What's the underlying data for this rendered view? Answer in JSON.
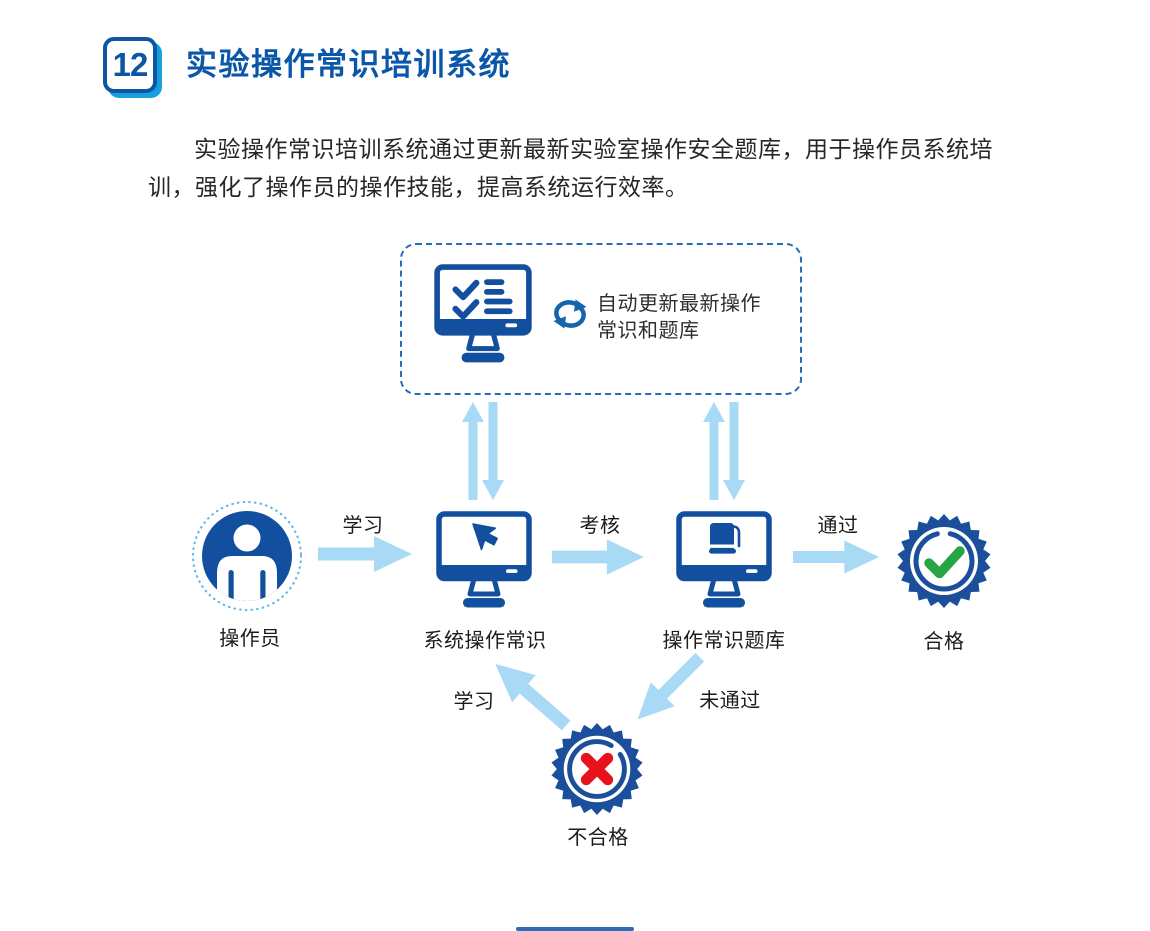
{
  "header": {
    "number": "12",
    "title": "实验操作常识培训系统"
  },
  "intro": {
    "text": "实验操作常识培训系统通过更新最新实验室操作安全题库，用于操作员系统培训，强化了操作员的操作技能，提高系统运行效率。"
  },
  "diagram": {
    "update_box": {
      "line1": "自动更新最新操作",
      "line2": "常识和题库"
    },
    "nodes": {
      "operator": {
        "label": "操作员"
      },
      "system": {
        "label": "系统操作常识"
      },
      "bank": {
        "label": "操作常识题库"
      },
      "pass": {
        "label": "合格"
      },
      "fail": {
        "label": "不合格"
      }
    },
    "edges": {
      "study": {
        "label": "学习"
      },
      "assess": {
        "label": "考核"
      },
      "pass": {
        "label": "通过"
      },
      "not_pass": {
        "label": "未通过"
      },
      "restudy": {
        "label": "学习"
      }
    }
  },
  "icons": [
    "section-number-badge",
    "monitor-checklist-icon",
    "sync-icon",
    "sync-arrows-icon",
    "operator-icon",
    "monitor-cursor-icon",
    "monitor-book-icon",
    "pass-seal-check-icon",
    "fail-seal-cross-icon",
    "flow-arrow-icon"
  ],
  "colors": {
    "title_blue": "#0A56A8",
    "badge_border_blue": "#0E55A4",
    "badge_shadow_blue": "#18A0DC",
    "icon_blue": "#124F9E",
    "light_arrow_blue": "#A9DAF5",
    "dotted_ring_blue": "#5FB9E5",
    "seal_blue": "#1B4F9C",
    "check_green": "#27A544",
    "cross_red": "#E8121C",
    "dashed_border_blue": "#2A6CB8",
    "text_dark": "#262626"
  }
}
